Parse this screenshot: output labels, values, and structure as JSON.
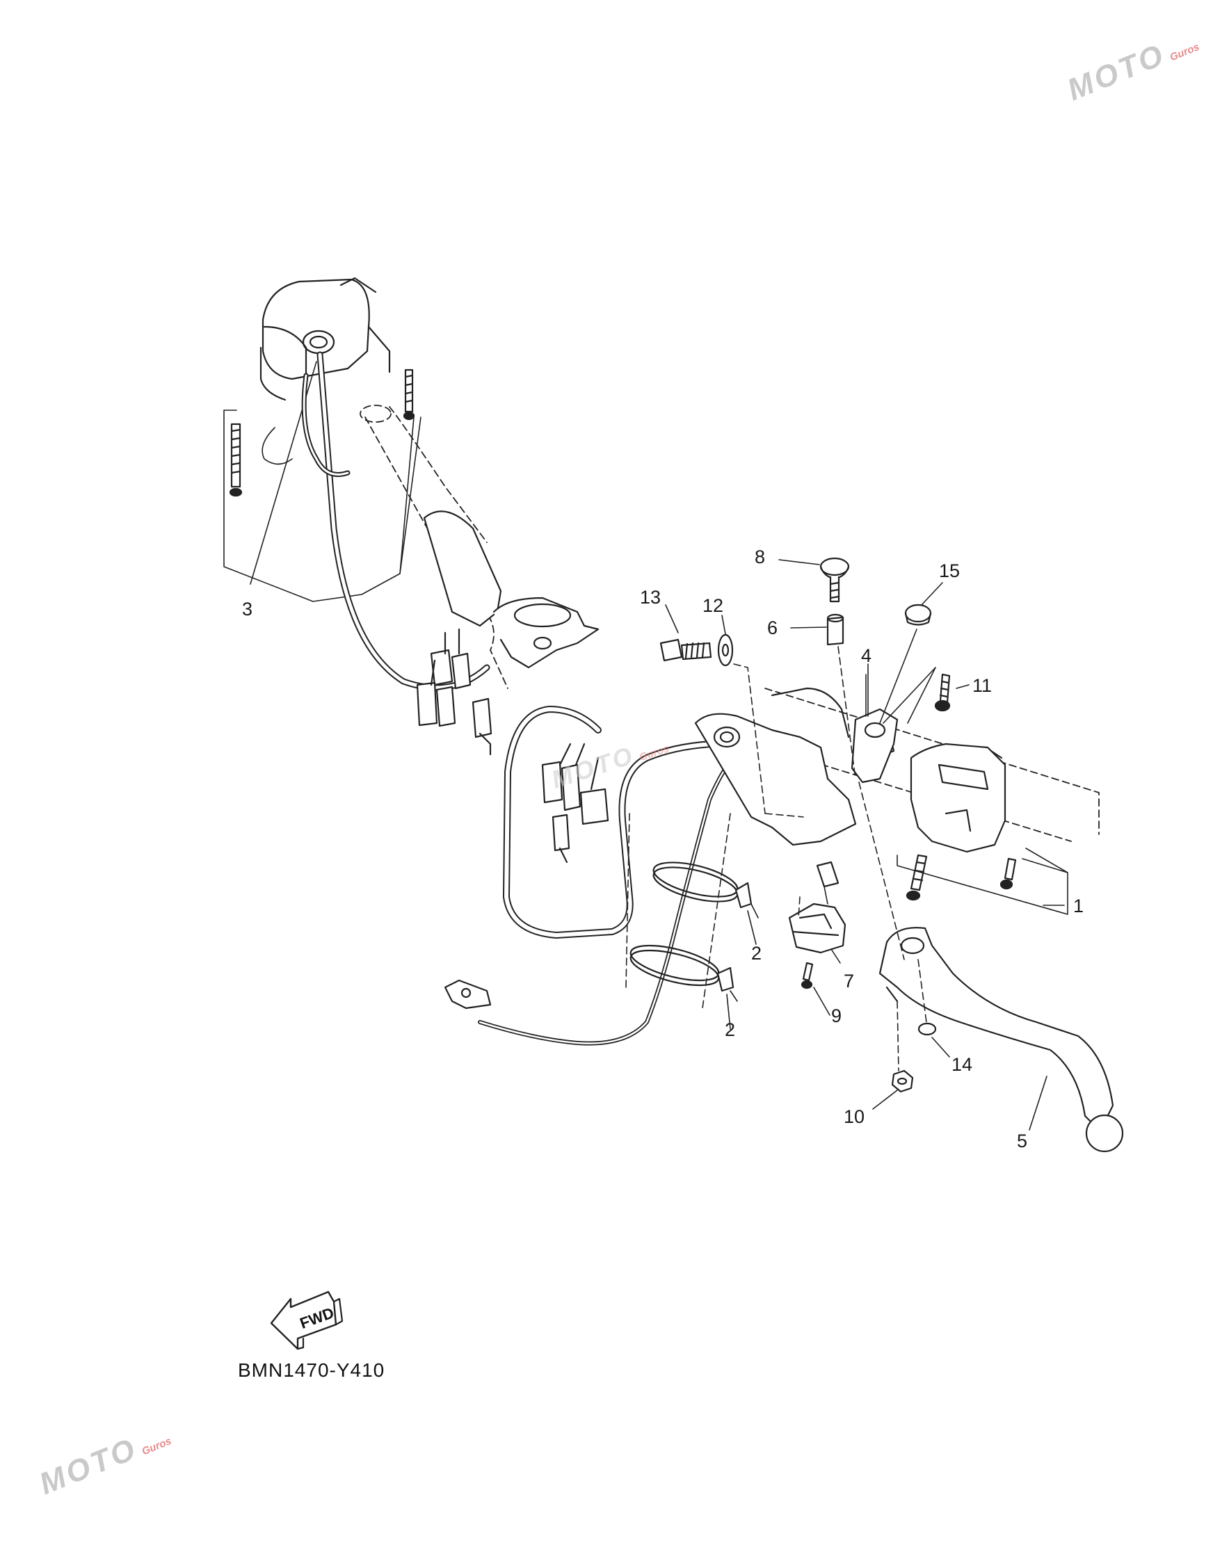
{
  "diagram": {
    "reference_code": "BMN1470-Y410",
    "direction_label": "FWD",
    "callouts": [
      {
        "id": "c1",
        "label": "1"
      },
      {
        "id": "c2a",
        "label": "2"
      },
      {
        "id": "c2b",
        "label": "2"
      },
      {
        "id": "c3",
        "label": "3"
      },
      {
        "id": "c4",
        "label": "4"
      },
      {
        "id": "c5",
        "label": "5"
      },
      {
        "id": "c6",
        "label": "6"
      },
      {
        "id": "c7",
        "label": "7"
      },
      {
        "id": "c8",
        "label": "8"
      },
      {
        "id": "c9",
        "label": "9"
      },
      {
        "id": "c10",
        "label": "10"
      },
      {
        "id": "c11",
        "label": "11"
      },
      {
        "id": "c12",
        "label": "12"
      },
      {
        "id": "c13",
        "label": "13"
      },
      {
        "id": "c14",
        "label": "14"
      },
      {
        "id": "c15",
        "label": "15"
      }
    ]
  },
  "watermark": {
    "brand": "MOTO",
    "suffix": "Guros",
    "accent_color": "#e88a8a",
    "text_color": "#c9c9c9"
  }
}
